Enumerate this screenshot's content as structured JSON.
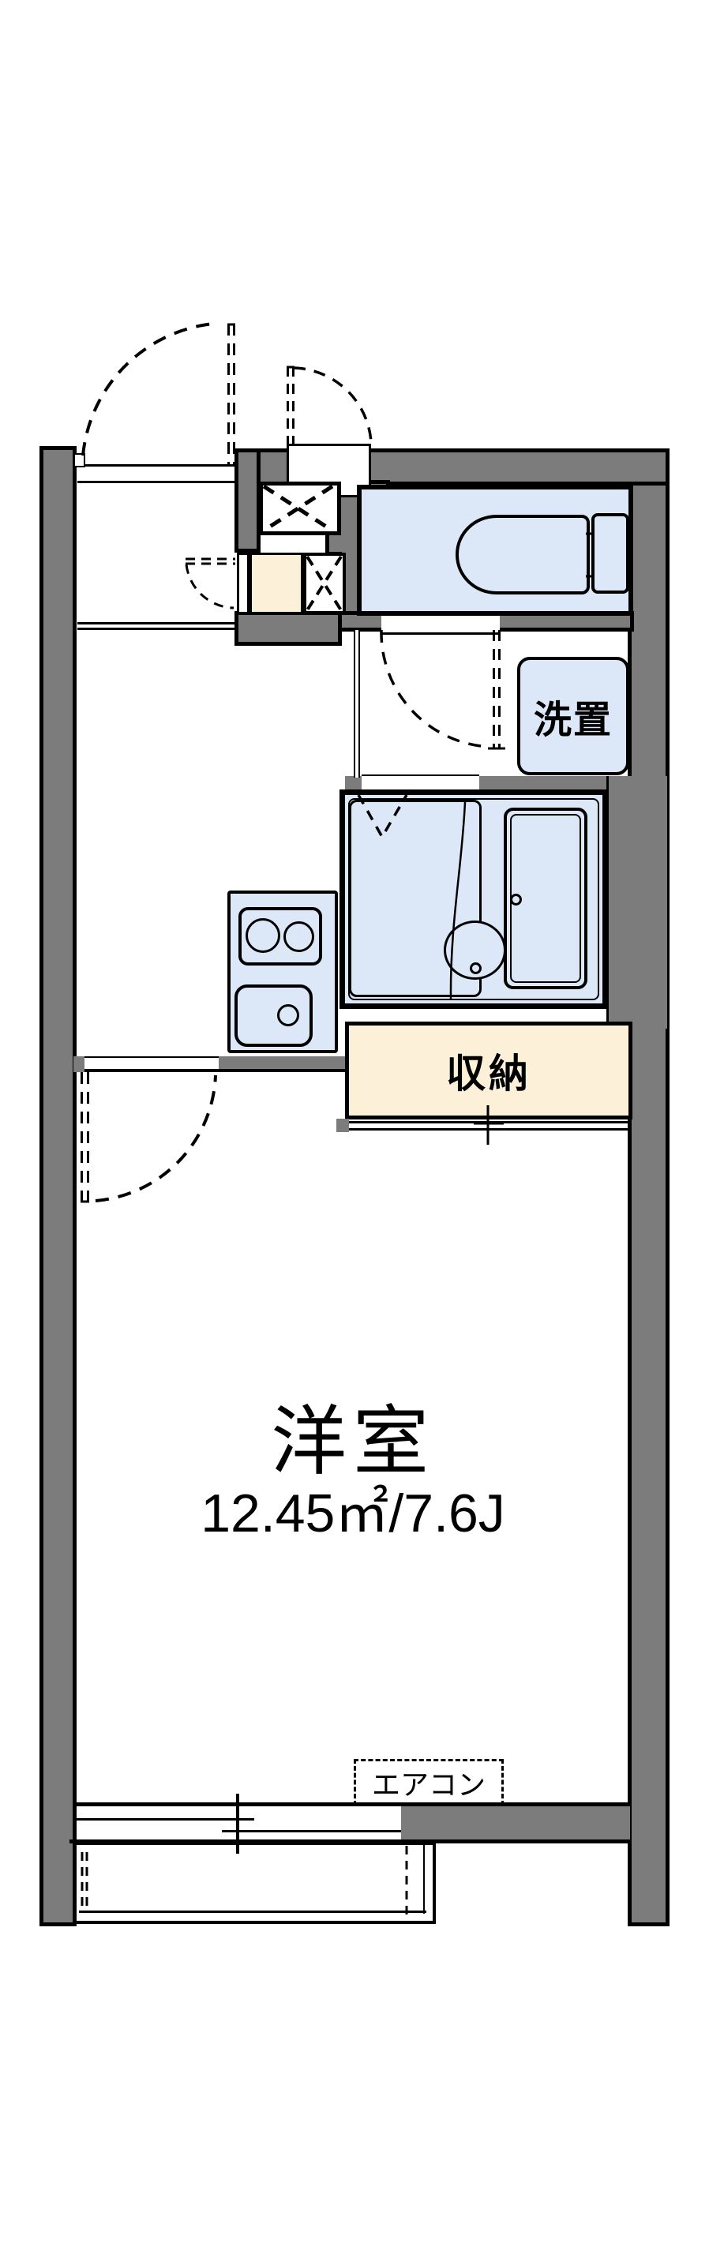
{
  "plan_type": "apartment-floor-plan",
  "labels": {
    "main_room_name": "洋室",
    "main_room_area": "12.45㎡/7.6J",
    "storage": "収納",
    "laundry_space": "洗置",
    "air_conditioner": "エアコン"
  },
  "colors": {
    "wall_fill": "#7c7c7c",
    "wet_area_fill": "#dce8f8",
    "storage_fill": "#fdf0d8",
    "outline": "#000000",
    "background": "#ffffff"
  }
}
